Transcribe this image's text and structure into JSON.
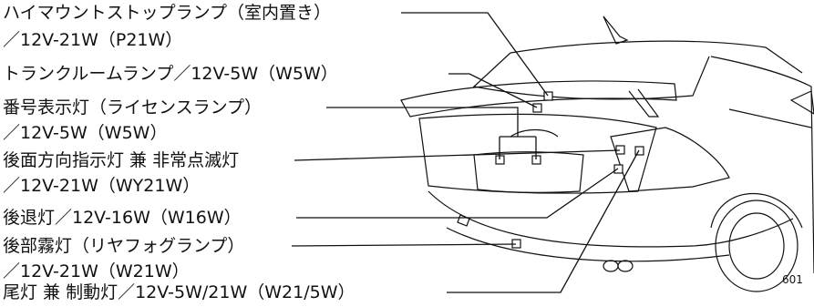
{
  "callouts": [
    {
      "id": "high-mount-stop-lamp",
      "line1": "ハイマウントストップランプ（室内置き）",
      "line2": "／12V-21W（P21W）"
    },
    {
      "id": "trunk-room-lamp",
      "line1": "トランクルームランプ／12V-5W（W5W）"
    },
    {
      "id": "license-plate-lamp",
      "line1": "番号表示灯（ライセンスランプ）",
      "line2": "／12V-5W（W5W）"
    },
    {
      "id": "rear-turn-signal-hazard",
      "line1": "後面方向指示灯 兼 非常点滅灯",
      "line2": "／12V-21W（WY21W）"
    },
    {
      "id": "reverse-lamp",
      "line1": "後退灯／12V-16W（W16W）"
    },
    {
      "id": "rear-fog-lamp",
      "line1": "後部霧灯（リヤフォグランプ）",
      "line2": "／12V-21W（W21W）"
    },
    {
      "id": "tail-brake-lamp",
      "line1": "尾灯 兼 制動灯／12V-5W/21W（W21/5W）"
    }
  ],
  "figure_code": "601",
  "colors": {
    "line": "#111111",
    "background": "#ffffff"
  }
}
